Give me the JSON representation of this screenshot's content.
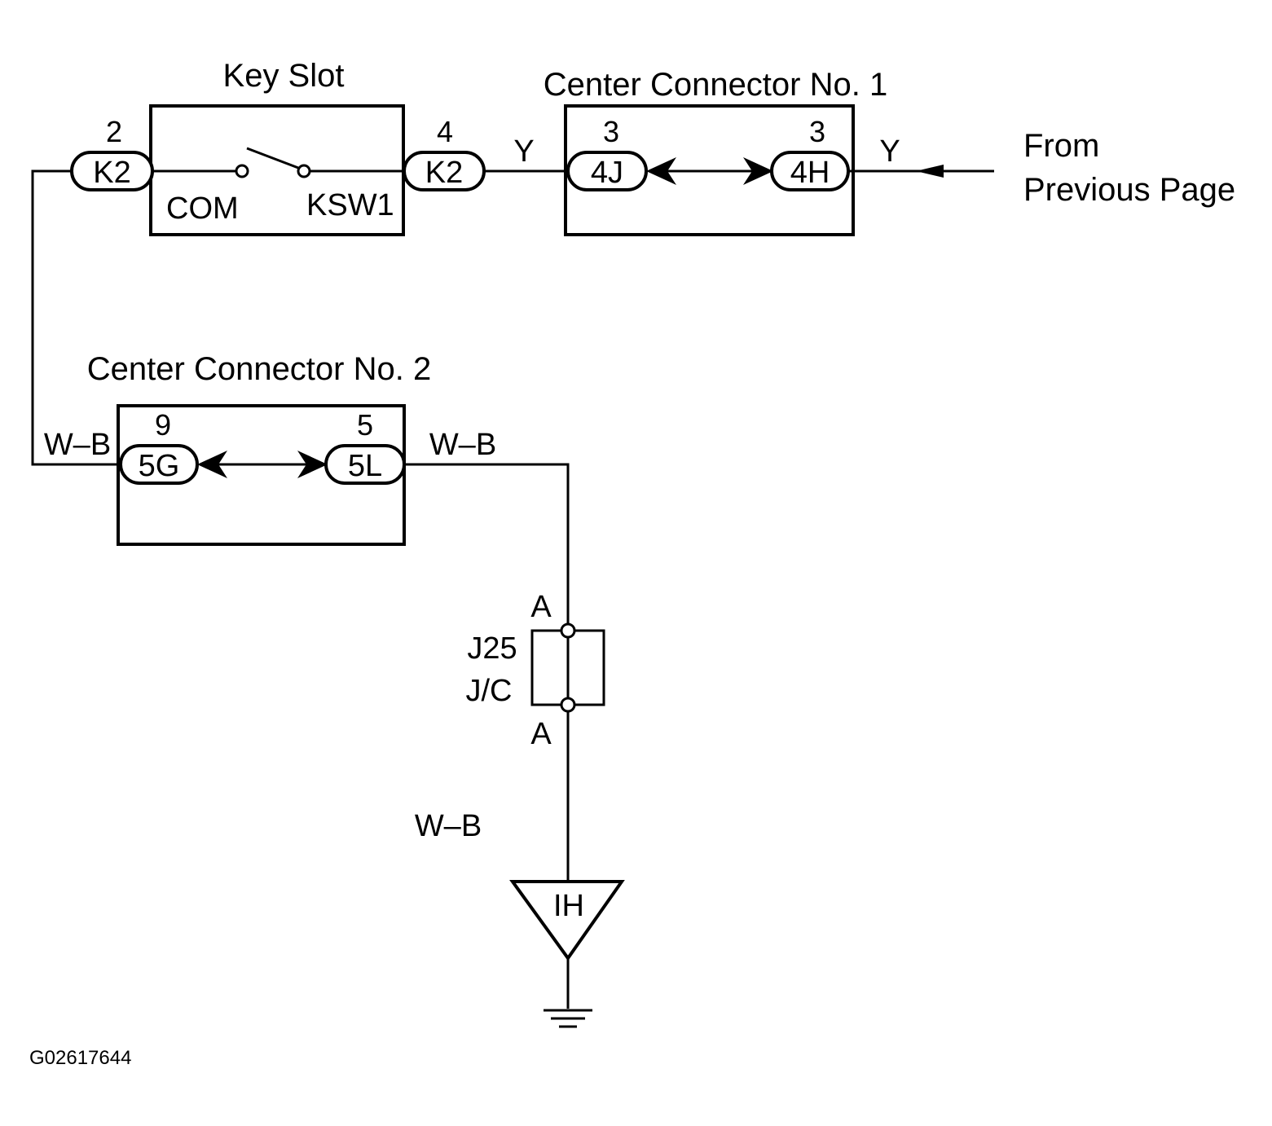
{
  "components": {
    "key_slot": {
      "title": "Key Slot",
      "left_pin": "2",
      "left_connector": "K2",
      "right_pin": "4",
      "right_connector": "K2",
      "com_label": "COM",
      "ksw_label": "KSW1"
    },
    "center_connector_1": {
      "title": "Center Connector No. 1",
      "left_pin": "3",
      "left_connector": "4J",
      "right_pin": "3",
      "right_connector": "4H"
    },
    "center_connector_2": {
      "title": "Center Connector No. 2",
      "left_pin": "9",
      "left_connector": "5G",
      "right_pin": "5",
      "right_connector": "5L"
    },
    "junction": {
      "name": "J25",
      "type": "J/C",
      "top_terminal": "A",
      "bottom_terminal": "A"
    },
    "ground": {
      "label": "IH"
    }
  },
  "wires": {
    "y_left": "Y",
    "y_right": "Y",
    "wb_left": "W–B",
    "wb_right": "W–B",
    "wb_bottom": "W–B"
  },
  "source": {
    "line1": "From",
    "line2": "Previous Page"
  },
  "figure_code": "G02617644",
  "colors": {
    "ink": "#000000",
    "paper": "#ffffff"
  }
}
